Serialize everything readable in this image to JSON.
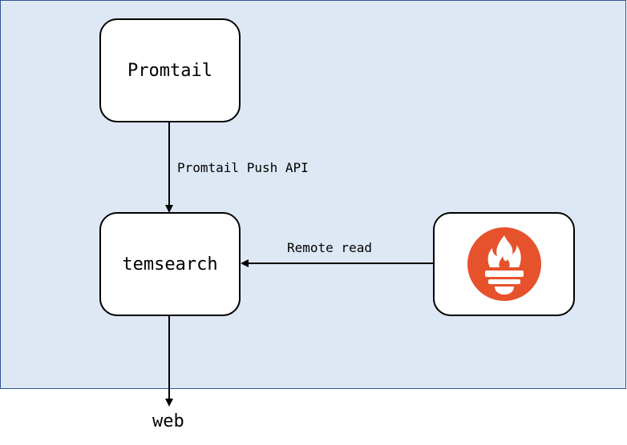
{
  "nodes": {
    "promtail": {
      "label": "Promtail"
    },
    "temsearch": {
      "label": "temsearch"
    },
    "prometheus": {
      "icon": "prometheus-logo-icon"
    }
  },
  "edges": {
    "push": {
      "label": "Promtail Push API"
    },
    "remote_read": {
      "label": "Remote read"
    },
    "web": {
      "label": "web"
    }
  },
  "colors": {
    "region_fill": "#dee8f5",
    "region_border": "#2f5597",
    "prometheus_orange": "#e6522c"
  }
}
